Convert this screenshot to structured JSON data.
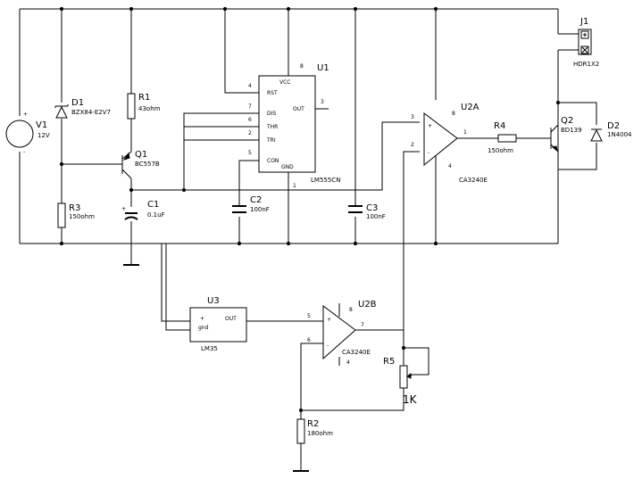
{
  "components": {
    "V1": {
      "ref": "V1",
      "value": "12V"
    },
    "D1": {
      "ref": "D1",
      "value": "BZX84-E2V7"
    },
    "R1": {
      "ref": "R1",
      "value": "43ohm"
    },
    "Q1": {
      "ref": "Q1",
      "value": "BC557B"
    },
    "R3": {
      "ref": "R3",
      "value": "150ohm"
    },
    "C1": {
      "ref": "C1",
      "value": "0.1uF"
    },
    "U1": {
      "ref": "U1",
      "value": "LM555CN"
    },
    "C2": {
      "ref": "C2",
      "value": "100nF"
    },
    "C3": {
      "ref": "C3",
      "value": "100nF"
    },
    "U2A": {
      "ref": "U2A",
      "value": "CA3240E"
    },
    "R4": {
      "ref": "R4",
      "value": "150ohm"
    },
    "Q2": {
      "ref": "Q2",
      "value": "BD139"
    },
    "D2": {
      "ref": "D2",
      "value": "1N4004"
    },
    "J1": {
      "ref": "J1",
      "value": "HDR1X2"
    },
    "U3": {
      "ref": "U3",
      "value": "LM35"
    },
    "U2B": {
      "ref": "U2B",
      "value": "CA3240E"
    },
    "R5": {
      "ref": "R5",
      "value": "1K"
    },
    "R2": {
      "ref": "R2",
      "value": "180ohm"
    }
  },
  "u1_pins": {
    "p4": "4",
    "p8": "8",
    "p7": "7",
    "p6": "6",
    "p2": "2",
    "p5": "5",
    "p3": "3",
    "p1": "1",
    "rst": "RST",
    "vcc": "VCC",
    "dis": "DIS",
    "thr": "THR",
    "tri": "TRI",
    "con": "CON",
    "out": "OUT",
    "gnd": "GND"
  },
  "u2a_pins": {
    "p8": "8",
    "p3": "3",
    "p2": "2",
    "p1": "1",
    "p4": "4"
  },
  "u2b_pins": {
    "p8": "8",
    "p5": "5",
    "p6": "6",
    "p7": "7",
    "p4": "4"
  },
  "u3_pins": {
    "plus": "+",
    "gnd": "gnd",
    "out": "OUT"
  },
  "v1_signs": {
    "plus": "+",
    "minus": "-"
  },
  "u2_signs": {
    "plus": "+",
    "minus": "-"
  }
}
